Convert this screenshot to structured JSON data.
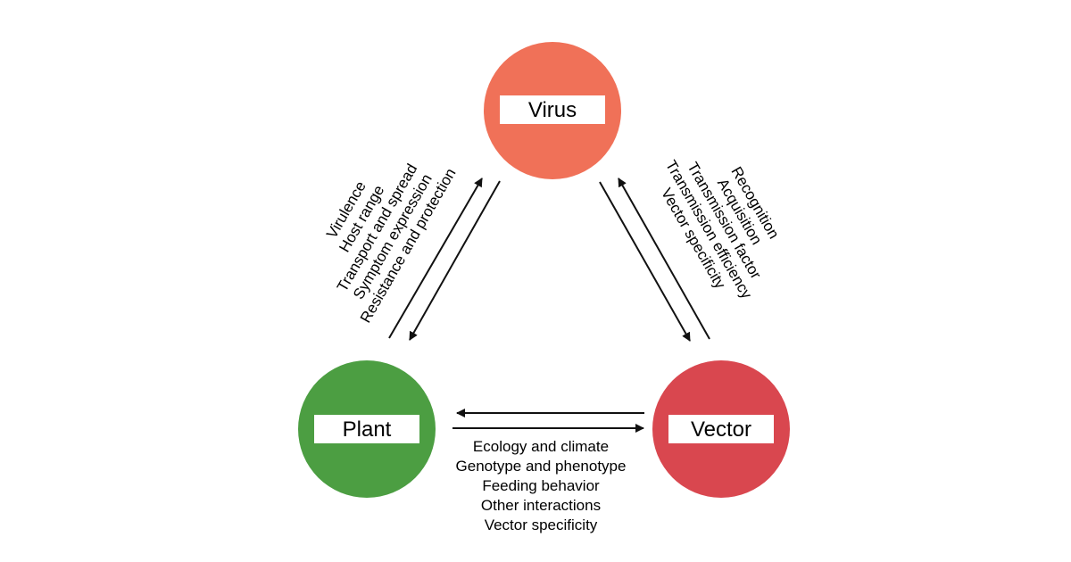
{
  "nodes": {
    "virus": {
      "label": "Virus",
      "color": "#f07158"
    },
    "plant": {
      "label": "Plant",
      "color": "#4c9e42"
    },
    "vector": {
      "label": "Vector",
      "color": "#d9474f"
    }
  },
  "relations": {
    "virus_plant": [
      "Virulence",
      "Host range",
      "Transport and spread",
      "Symptom expression",
      "Resistance and protection"
    ],
    "virus_vector": [
      "Recognition",
      "Acquisition",
      "Transmission factor",
      "Transmission efficiency",
      "Vector specificity"
    ],
    "plant_vector": [
      "Ecology and climate",
      "Genotype and phenotype",
      "Feeding behavior",
      "Other interactions",
      "Vector specificity"
    ]
  },
  "colors": {
    "arrow": "#111111",
    "label_box": "#ffffff"
  }
}
